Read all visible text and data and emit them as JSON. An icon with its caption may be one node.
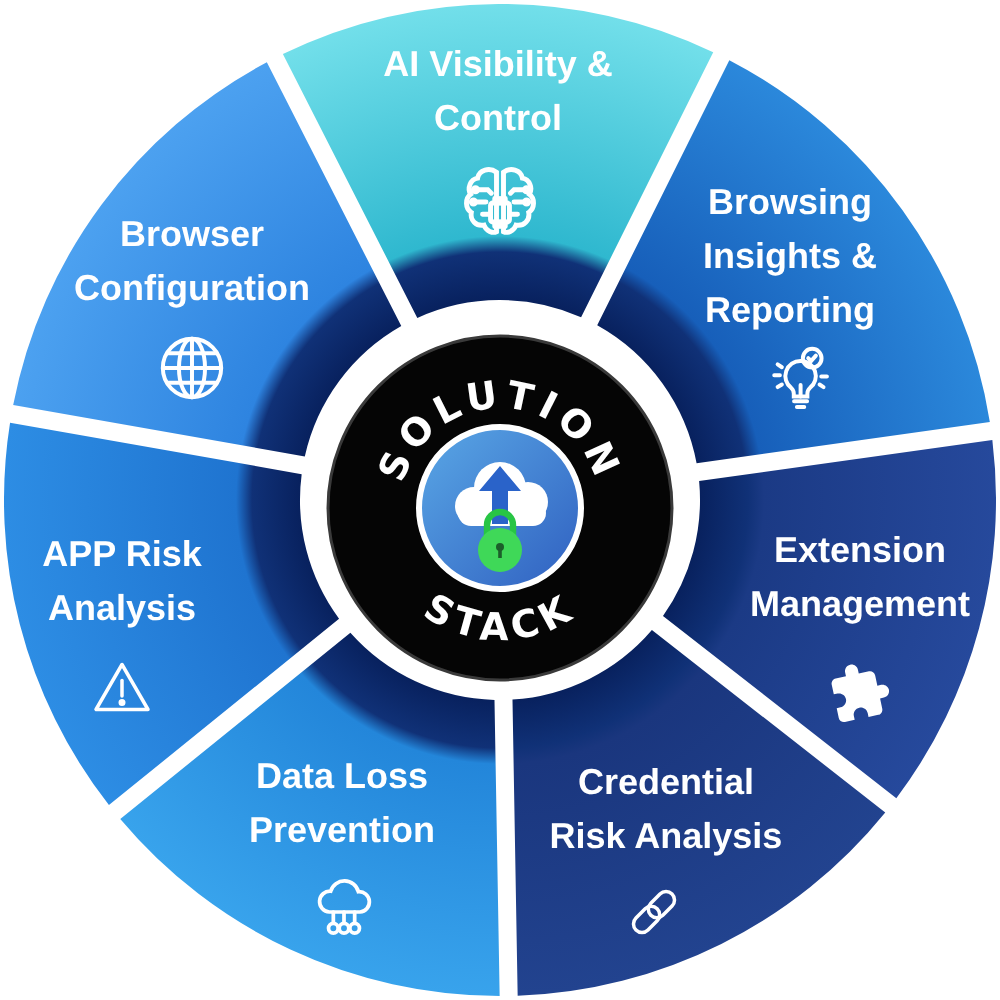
{
  "diagram": {
    "nodes": [
      {
        "text": [
          "AI Visibility & Control"
        ]
      },
      {
        "text": [
          "Browsing Insights & Reporting"
        ]
      },
      {
        "text": [
          "Extension Management"
        ]
      },
      {
        "text": [
          "Credential Risk Analysis"
        ]
      },
      {
        "text": [
          "Data Loss Prevention"
        ]
      },
      {
        "text": [
          "APP Risk Analysis"
        ]
      },
      {
        "text": [
          "Browser Configuration"
        ]
      },
      {
        "text": [
          "SOLUTION",
          "STACK"
        ]
      }
    ]
  }
}
